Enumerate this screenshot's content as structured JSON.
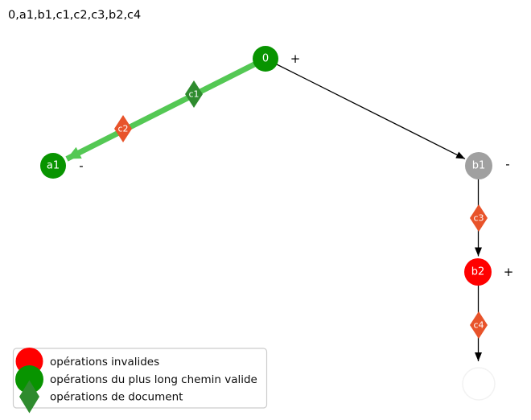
{
  "title": "0,a1,b1,c1,c2,c3,b2,c4",
  "nodes": {
    "n0": {
      "label": "0",
      "sign": "+"
    },
    "a1": {
      "label": "a1",
      "sign": "-"
    },
    "b1": {
      "label": "b1",
      "sign": "-"
    },
    "b2": {
      "label": "b2",
      "sign": "+"
    }
  },
  "doc_ops": {
    "c1": {
      "label": "c1"
    },
    "c2": {
      "label": "c2"
    },
    "c3": {
      "label": "c3"
    },
    "c4": {
      "label": "c4"
    }
  },
  "edges": [
    {
      "from": "0",
      "to": "a1",
      "type": "valid-path"
    },
    {
      "from": "0",
      "to": "b1",
      "type": "normal"
    },
    {
      "from": "b1",
      "to": "b2",
      "type": "normal"
    },
    {
      "from": "b2",
      "to": "end",
      "type": "normal"
    }
  ],
  "colors": {
    "valid_node": "#089400",
    "invalid_node": "#ff0000",
    "other_node": "#a0a0a0",
    "valid_doc": "#2e8b2e",
    "invalid_doc": "#e8532a",
    "valid_edge": "#54c854",
    "edge": "#000000"
  },
  "legend": {
    "items": [
      {
        "icon": "circle-red",
        "label": "opérations invalides"
      },
      {
        "icon": "circle-green",
        "label": "opérations du plus long chemin valide"
      },
      {
        "icon": "diamond-green",
        "label": "opérations de document"
      }
    ]
  }
}
